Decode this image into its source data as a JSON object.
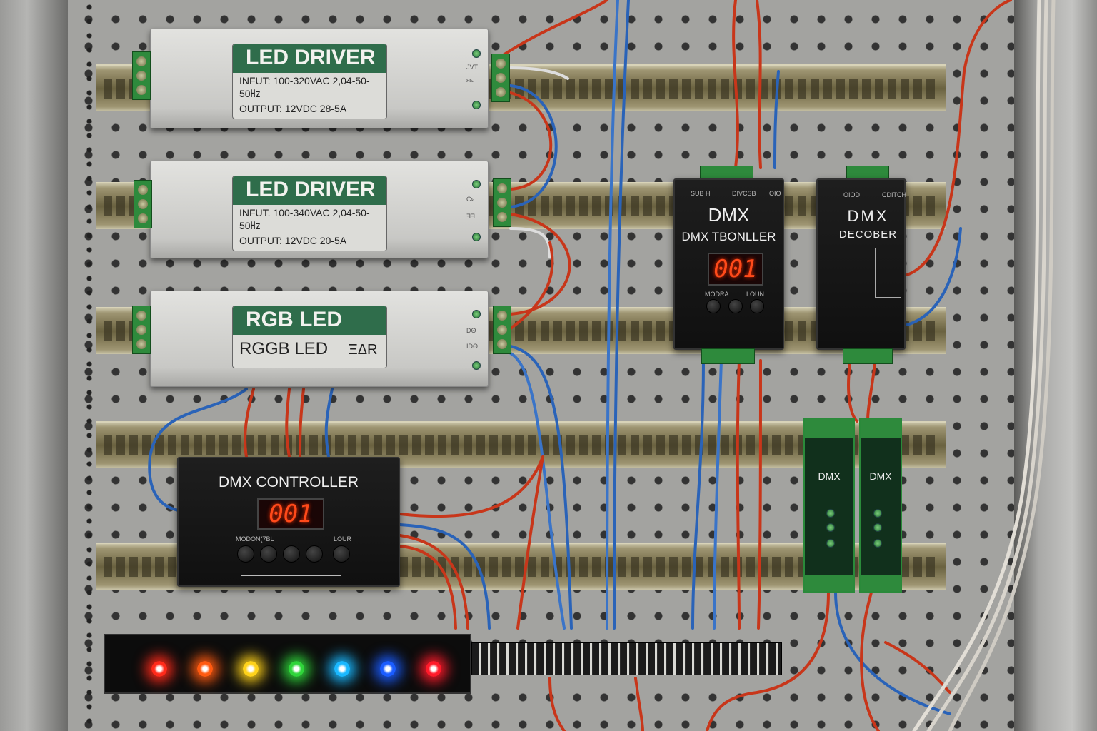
{
  "drivers": [
    {
      "title": "LED DRIVER",
      "line1": "INFUT: 100-320VAC 2,04-50-50㎐",
      "line2": "OUTPUT: 12VDC 28-5A",
      "side1": "JVT",
      "side2": "ᴙ⦝"
    },
    {
      "title": "LED DRIVER",
      "line1": "INFUT. 100-340VAC 2,04-50-50㎐",
      "line2": "OUTPUT: 12VDC 20-5A",
      "side1": "C⦝",
      "side2": "ƎƎ"
    },
    {
      "title": "RGB LED",
      "line1": "RGGB LED",
      "glyph": "ΞΔR",
      "side1": "DΘ",
      "side2": "IDΘ"
    }
  ],
  "dmx_controller": {
    "title": "DMX CONTROLLER",
    "display": "001",
    "btn_left": "MODON(7BL",
    "btn_right": "LOUR"
  },
  "dmx_module_1": {
    "title": "DMX",
    "subtitle": "DMX TBONLLER",
    "display": "001",
    "top_left": "SUB H",
    "top_mid": "DIVCSB",
    "top_right": "OIO",
    "btn_left": "MODRA",
    "btn_right": "LOUN"
  },
  "dmx_module_2": {
    "title": "DMX",
    "subtitle": "DECOBER",
    "top_left": "OIOD",
    "top_right": "CDITCH"
  },
  "slim_modules": [
    {
      "title": "DMX"
    },
    {
      "title": "DMX"
    }
  ],
  "indicator_colors": [
    "#ff2a1a",
    "#ff5a10",
    "#ffd21a",
    "#2fd53a",
    "#1ab8ff",
    "#1a5cff",
    "#ff1a2a"
  ]
}
